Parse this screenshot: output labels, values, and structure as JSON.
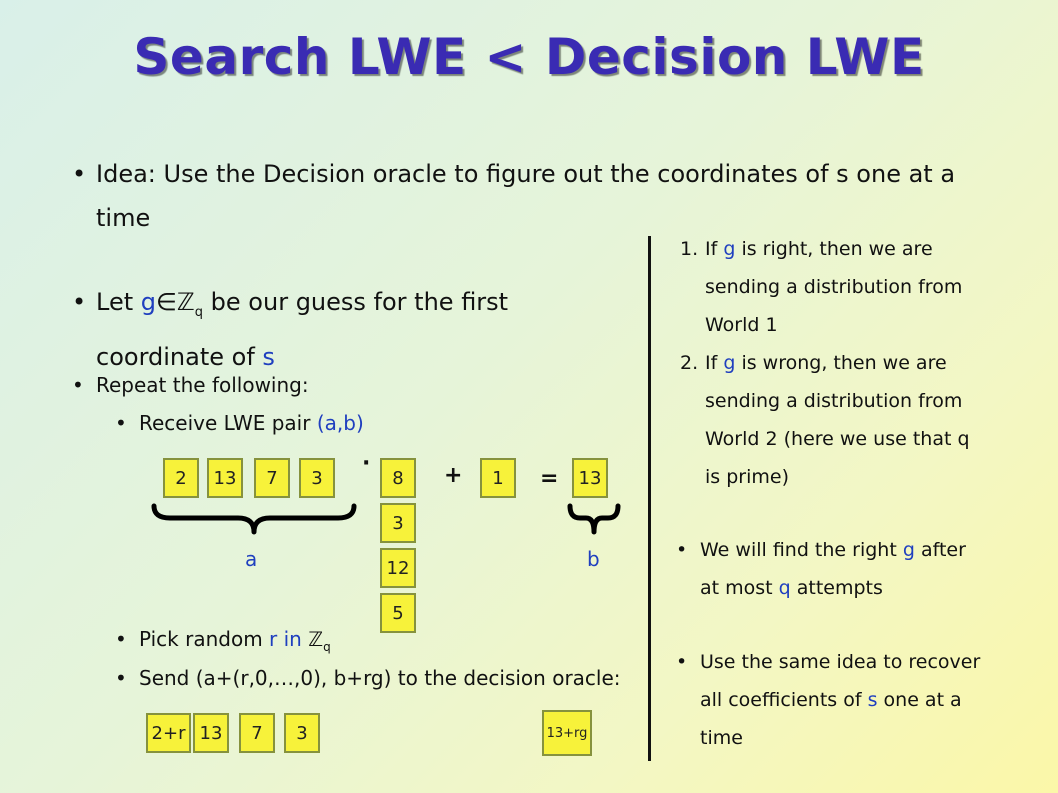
{
  "title": "Search LWE < Decision LWE",
  "bullet_idea": "Idea: Use the Decision oracle to figure out the coordinates of s one at a time",
  "bullet_let": {
    "prefix": "Let ",
    "g": "g",
    "in_zq": "∈ℤ",
    "q_sub": "q",
    "mid": " be our guess for the first",
    "line2": "coordinate of ",
    "s": "s"
  },
  "repeat": "Repeat the following:",
  "receive": {
    "text": "Receive LWE pair ",
    "pair": "(a,b)"
  },
  "a_vector": [
    "2",
    "13",
    "7",
    "3"
  ],
  "dot_symbol": "·",
  "s_vector": [
    "8",
    "3",
    "12",
    "5"
  ],
  "plus_symbol": "+",
  "error_value": "1",
  "equals_symbol": "=",
  "b_value": "13",
  "label_a": "a",
  "label_b": "b",
  "pick": {
    "text": "Pick random ",
    "r": "r in ",
    "zq": "ℤ",
    "q": "q"
  },
  "send": "Send (a+(r,0,…,0), b+rg) to the decision oracle:",
  "new_a_vector": [
    "2+r",
    "13",
    "7",
    "3"
  ],
  "new_b_value": "13+rg",
  "right_list": {
    "item1": {
      "num": "1.",
      "pre": "If ",
      "g": "g",
      "post": " is right, then we are",
      "l2": "sending a distribution from",
      "l3": "World 1"
    },
    "item2": {
      "num": "2.",
      "pre": "If ",
      "g": "g",
      "post": " is wrong, then we are",
      "l2": "sending a distribution from",
      "l3": "World 2 (here we use that q",
      "l4": "is prime)"
    }
  },
  "right_b1": {
    "pre": "We will find the right ",
    "g": "g",
    "post": " after",
    "l2pre": "at most ",
    "q": "q",
    "l2post": " attempts"
  },
  "right_b2": {
    "l1": "Use the same idea to recover",
    "l2pre": "all coefficients of ",
    "s": "s",
    "l2post": " one at a",
    "l3": "time"
  },
  "colors": {
    "title": "#3a2bb3",
    "accent_blue": "#1f3fbf",
    "cell_fill": "#f7f23a",
    "cell_border": "#86923d"
  }
}
